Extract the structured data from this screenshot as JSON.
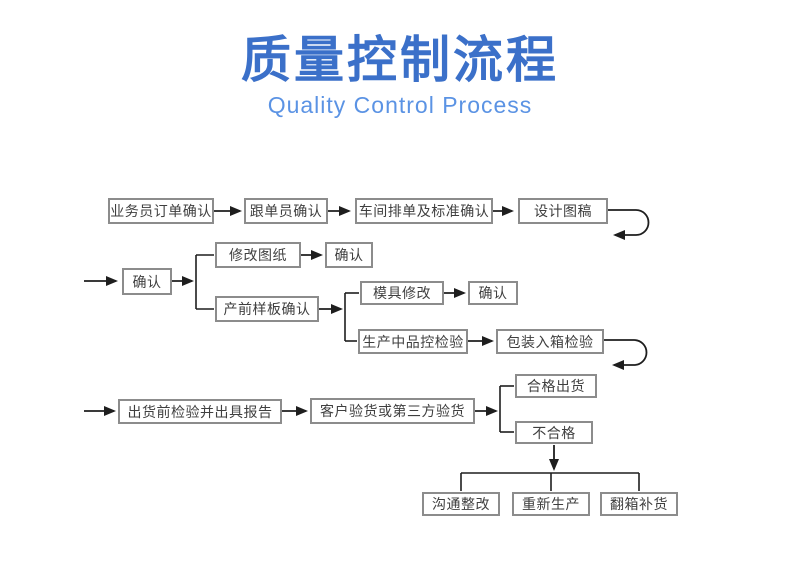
{
  "page": {
    "title": "质量控制流程",
    "subtitle": "Quality Control Process"
  },
  "colors": {
    "title_blue": "#3b70c9",
    "subtitle_blue": "#5b93e4",
    "box_border": "#8c8c8c",
    "box_text": "#3f3f3f",
    "line": "#1e1e1e"
  },
  "flow": {
    "nodes": [
      {
        "id": "salesman-order-confirm",
        "label": "业务员订单确认"
      },
      {
        "id": "merchandiser-confirm",
        "label": "跟单员确认"
      },
      {
        "id": "workshop-schedule-confirm",
        "label": "车间排单及标准确认"
      },
      {
        "id": "design-draft",
        "label": "设计图稿"
      },
      {
        "id": "confirm-1",
        "label": "确认"
      },
      {
        "id": "revise-drawing",
        "label": "修改图纸"
      },
      {
        "id": "confirm-2",
        "label": "确认"
      },
      {
        "id": "preproduction-sample",
        "label": "产前样板确认"
      },
      {
        "id": "mold-modification",
        "label": "模具修改"
      },
      {
        "id": "confirm-3",
        "label": "确认"
      },
      {
        "id": "in-production-qc",
        "label": "生产中品控检验"
      },
      {
        "id": "packing-carton-inspection",
        "label": "包装入箱检验"
      },
      {
        "id": "pre-shipment-report",
        "label": "出货前检验并出具报告"
      },
      {
        "id": "customer-third-party",
        "label": "客户验货或第三方验货"
      },
      {
        "id": "qualified-ship",
        "label": "合格出货"
      },
      {
        "id": "unqualified",
        "label": "不合格"
      },
      {
        "id": "communicate-rectify",
        "label": "沟通整改"
      },
      {
        "id": "re-produce",
        "label": "重新生产"
      },
      {
        "id": "re-pack-replenish",
        "label": "翻箱补货"
      }
    ]
  }
}
